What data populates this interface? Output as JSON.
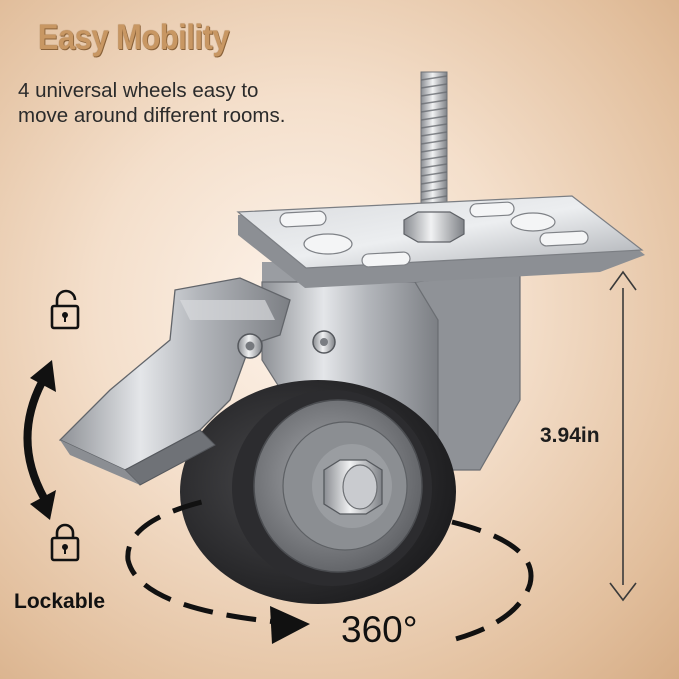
{
  "headline": "Easy Mobility",
  "description": {
    "line1": "4 universal wheels easy to",
    "line2": "move around different rooms."
  },
  "height_label": "3.94in",
  "lock_label": "Lockable",
  "rotation_label": "360°",
  "colors": {
    "headline": "#c89763",
    "text": "#2b2b2b",
    "arrow": "#111111",
    "metal": "#b9bcc1",
    "wheel": "#2a2a2c"
  },
  "icons": [
    "unlocked-padlock-icon",
    "locked-padlock-icon",
    "curved-double-arrow-icon",
    "rotation-arrow-icon",
    "dimension-arrow-icon"
  ]
}
